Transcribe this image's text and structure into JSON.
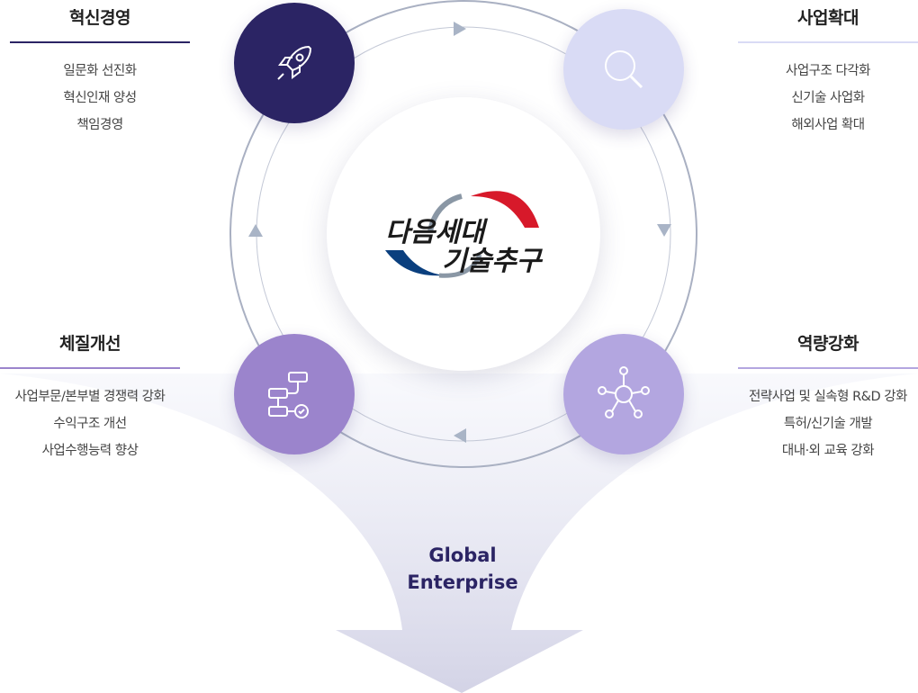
{
  "logo_text": "다음세대 기술추구",
  "groups": [
    {
      "title": "혁신경영",
      "items": [
        "일문화 선진화",
        "혁신인재 양성",
        "책임경영"
      ],
      "icon": "rocket-icon",
      "color": "#2b2464"
    },
    {
      "title": "사업확대",
      "items": [
        "사업구조 다각화",
        "신기술 사업화",
        "해외사업 확대"
      ],
      "icon": "search-icon",
      "color": "#d9dbf5"
    },
    {
      "title": "체질개선",
      "items": [
        "사업부문/본부별 경쟁력 강화",
        "수익구조 개선",
        "사업수행능력 향상"
      ],
      "icon": "workflow-icon",
      "color": "#9b84cc"
    },
    {
      "title": "역량강화",
      "items": [
        "전략사업 및 실속형 R&D 강화",
        "특허/신기술 개발",
        "대내·외 교육 강화"
      ],
      "icon": "network-icon",
      "color": "#b3a6e0"
    }
  ],
  "goal": {
    "line1": "Global",
    "line2": "Enterprise"
  }
}
